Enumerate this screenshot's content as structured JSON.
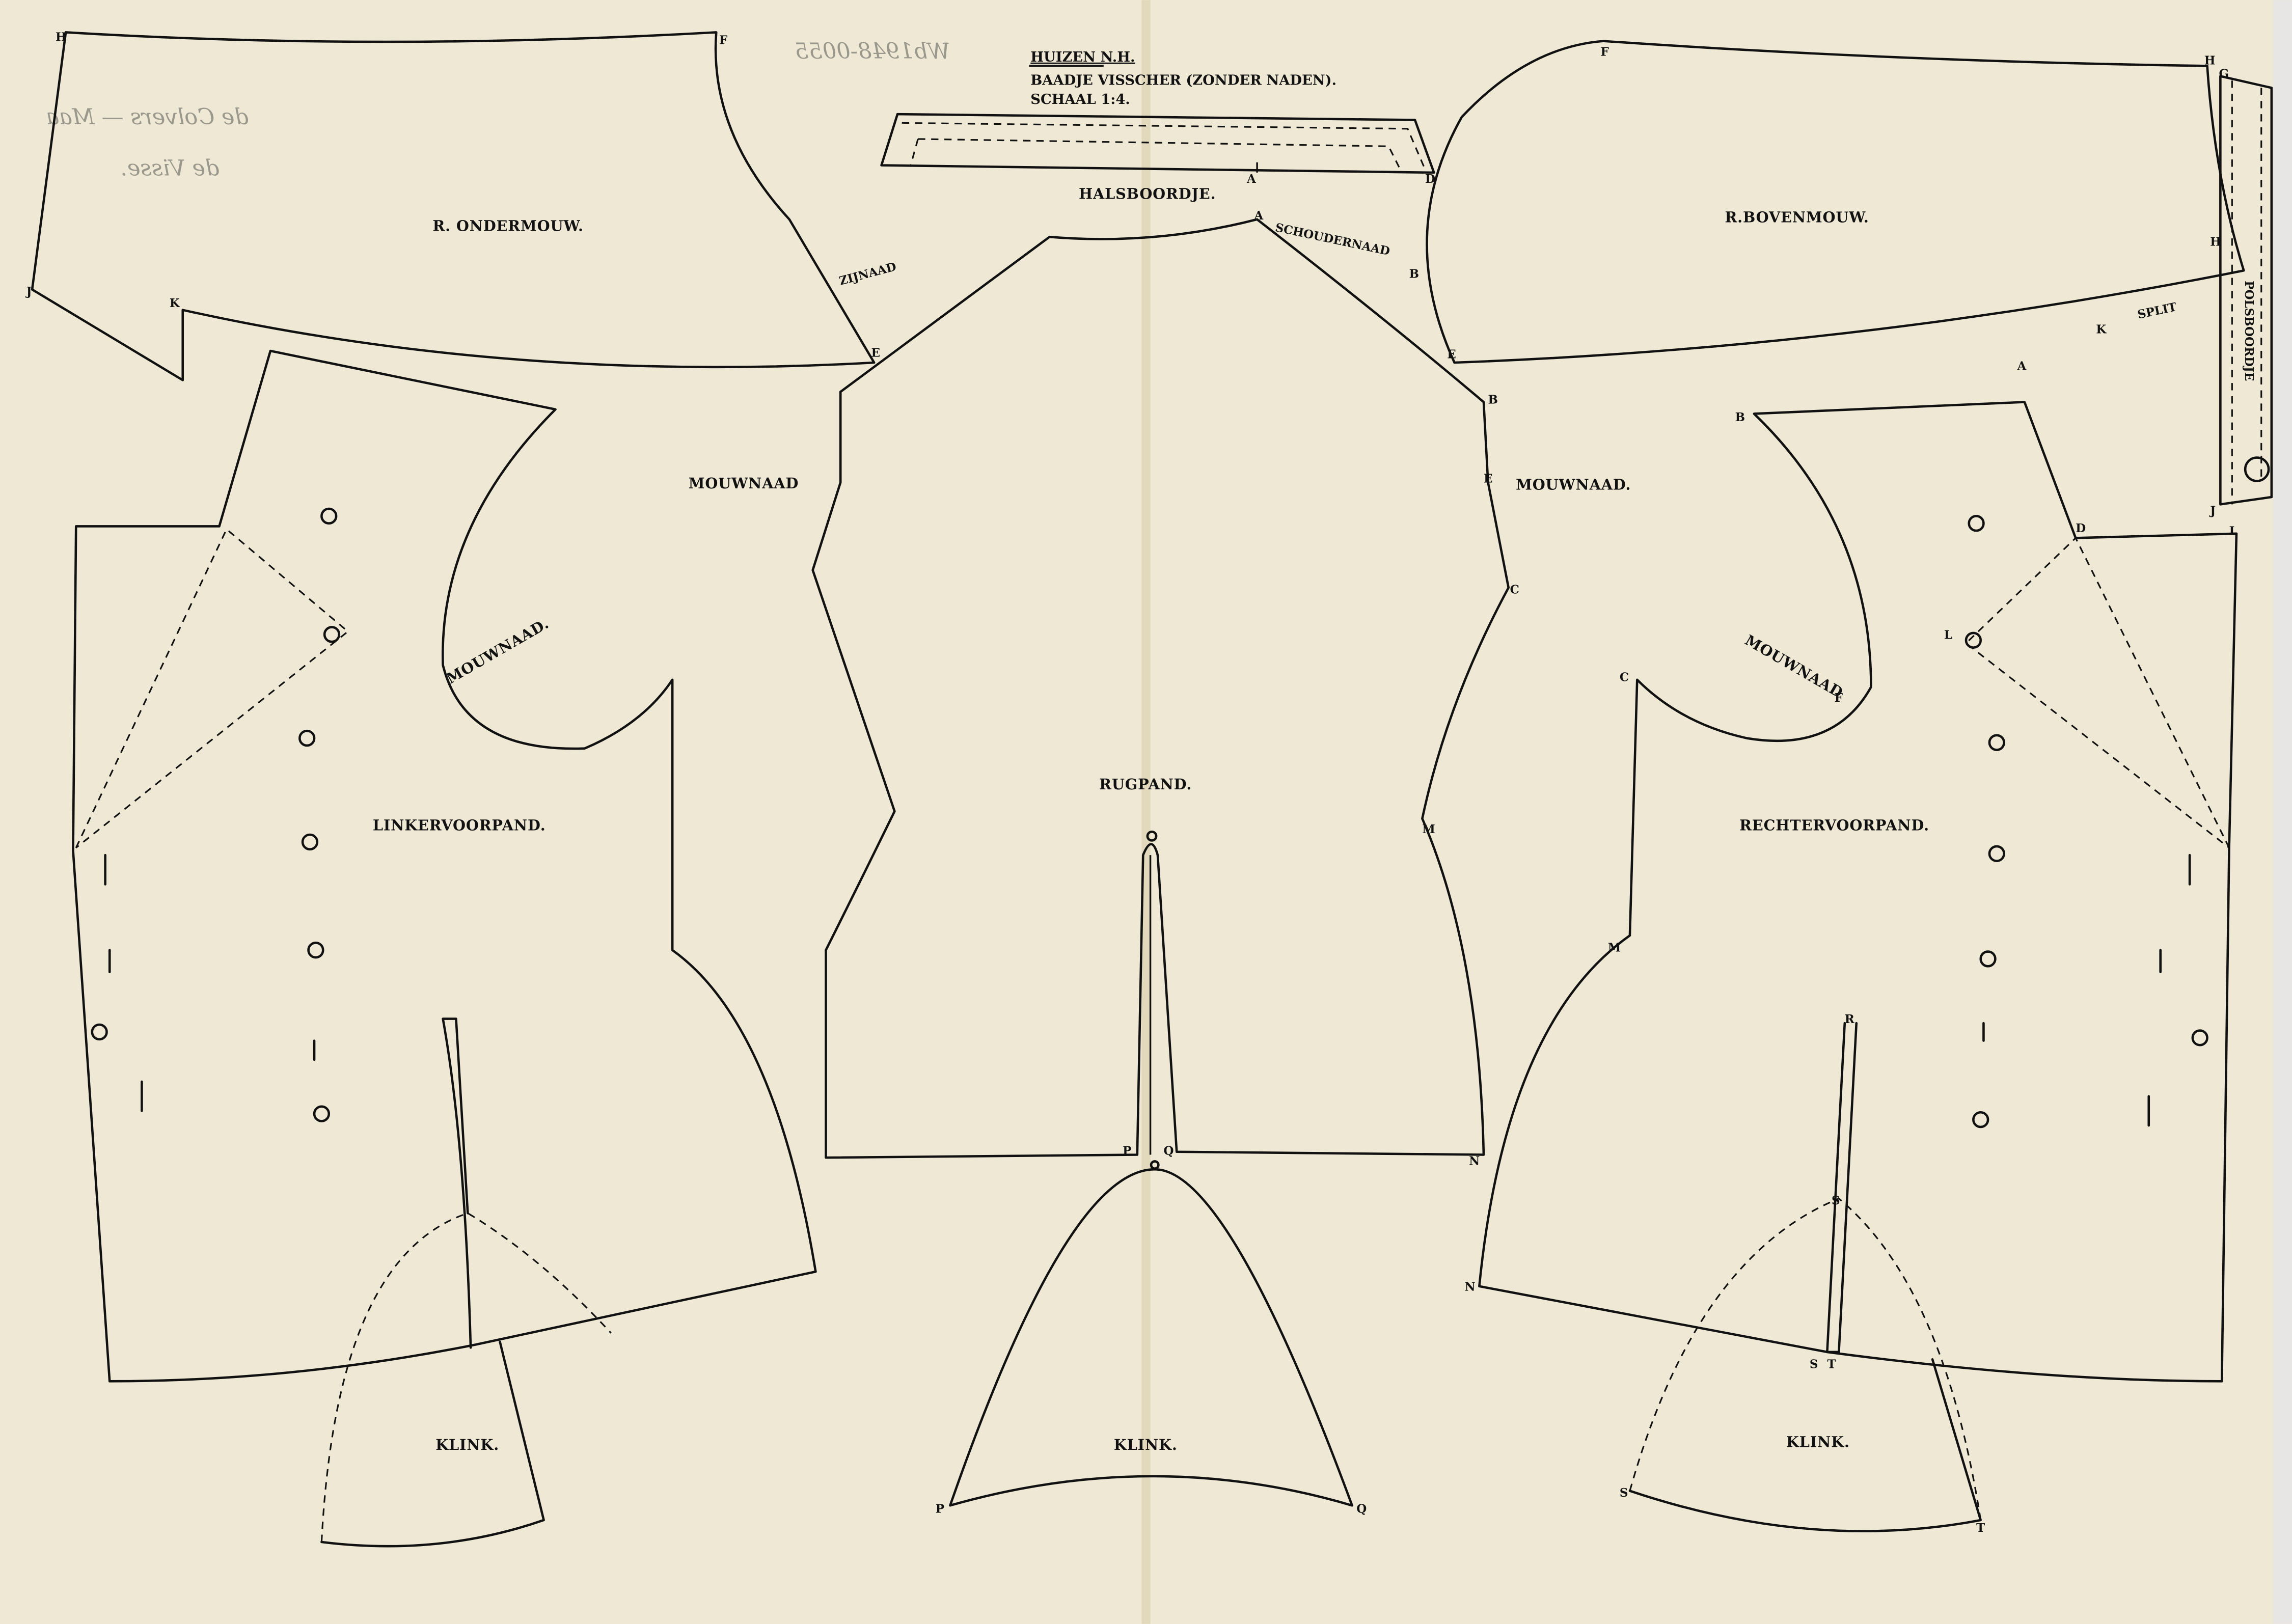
{
  "title": {
    "place": "HUIZEN N.H.",
    "subject": "BAADJE VISSCHER (ZONDER NADEN).",
    "scale": "SCHAAL 1:4."
  },
  "pencil_notes": {
    "inventory": "Wb1948-0055",
    "line1": "de Colvers — Maa",
    "line2": "de Visse."
  },
  "pieces": {
    "collar": "HALSBOORDJE.",
    "under_sleeve": "R. ONDERMOUW.",
    "upper_sleeve": "R.BOVENMOUW.",
    "back": "RUGPAND.",
    "left_front": "LINKERVOORPAND.",
    "right_front": "RECHTERVOORPAND.",
    "cuff": "POLSBOORDJE",
    "gusset_left": "KLINK.",
    "gusset_center": "KLINK.",
    "gusset_right": "KLINK."
  },
  "seam_labels": {
    "side_seam": "ZIJNAAD",
    "shoulder_seam": "SCHOUDERNAAD",
    "sleeve_seam_back_left": "MOUWNAAD",
    "sleeve_seam_back_right": "MOUWNAAD.",
    "sleeve_seam_left_front": "MOUWNAAD.",
    "sleeve_seam_right_front": "MOUWNAAD",
    "split": "SPLIT"
  },
  "points": [
    "H",
    "F",
    "J",
    "K",
    "E",
    "A",
    "D",
    "B",
    "E",
    "C",
    "M",
    "N",
    "P",
    "Q",
    "O",
    "H",
    "G",
    "H",
    "K",
    "J",
    "L",
    "A",
    "B",
    "D",
    "L",
    "F",
    "C",
    "M",
    "N",
    "R",
    "S",
    "T",
    "S",
    "T",
    "P",
    "Q",
    "E",
    "B"
  ]
}
